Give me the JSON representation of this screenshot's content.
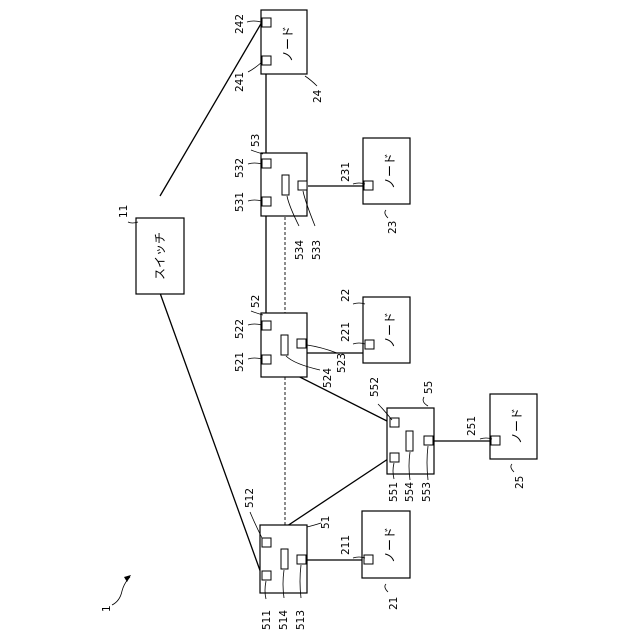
{
  "figure": {
    "system_ref": "1",
    "switch": {
      "ref": "11",
      "text": "スイッチ"
    },
    "nodes": [
      {
        "ref": "21",
        "text": "ノード",
        "port": "211"
      },
      {
        "ref": "22",
        "text": "ノード",
        "port": "221"
      },
      {
        "ref": "23",
        "text": "ノード",
        "port": "231"
      },
      {
        "ref": "24",
        "text": "ノード",
        "port_a": "241",
        "port_b": "242"
      },
      {
        "ref": "25",
        "text": "ノード",
        "port": "251"
      }
    ],
    "relays": [
      {
        "ref": "51",
        "ports": [
          "511",
          "512",
          "513",
          "514"
        ]
      },
      {
        "ref": "52",
        "ports": [
          "521",
          "522",
          "523",
          "524"
        ]
      },
      {
        "ref": "53",
        "ports": [
          "531",
          "532",
          "533",
          "534"
        ]
      },
      {
        "ref": "55",
        "ports": [
          "551",
          "552",
          "553",
          "554"
        ]
      }
    ]
  }
}
